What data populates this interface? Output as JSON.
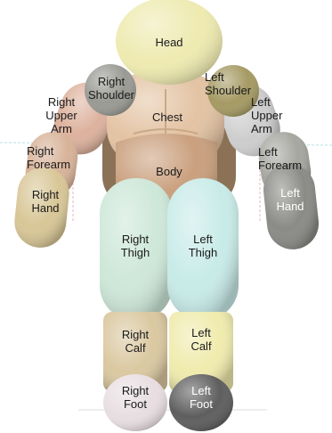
{
  "model": {
    "parts": {
      "head": {
        "label": "Head",
        "color": "#eeeab0"
      },
      "chest": {
        "label": "Chest",
        "color": "#e3c3a3"
      },
      "body": {
        "label": "Body",
        "color": "#caa07e"
      },
      "right_shoulder": {
        "label": "Right\nShoulder",
        "color": "#9a9a94"
      },
      "left_shoulder": {
        "label": "Left\nShoulder",
        "color": "#a59a63"
      },
      "right_upper_arm": {
        "label": "Right\nUpper\nArm",
        "color": "#ddb29e"
      },
      "left_upper_arm": {
        "label": "Left\nUpper\nArm",
        "color": "#cdcdcd"
      },
      "right_forearm": {
        "label": "Right\nForearm",
        "color": "#d7b298"
      },
      "left_forearm": {
        "label": "Left\nForearm",
        "color": "#a6a6a0"
      },
      "right_hand": {
        "label": "Right\nHand",
        "color": "#d8c696"
      },
      "left_hand": {
        "label": "Left\nHand",
        "color": "#8a8a86"
      },
      "right_thigh": {
        "label": "Right\nThigh",
        "color": "#cde7d8"
      },
      "left_thigh": {
        "label": "Left\nThigh",
        "color": "#c8ebe8"
      },
      "right_calf": {
        "label": "Right\nCalf",
        "color": "#dac8a0"
      },
      "left_calf": {
        "label": "Left\nCalf",
        "color": "#f0ebad"
      },
      "right_foot": {
        "label": "Right\nFoot",
        "color": "#e8dee2"
      },
      "left_foot": {
        "label": "Left\nFoot",
        "color": "#5e5e5e"
      }
    }
  }
}
